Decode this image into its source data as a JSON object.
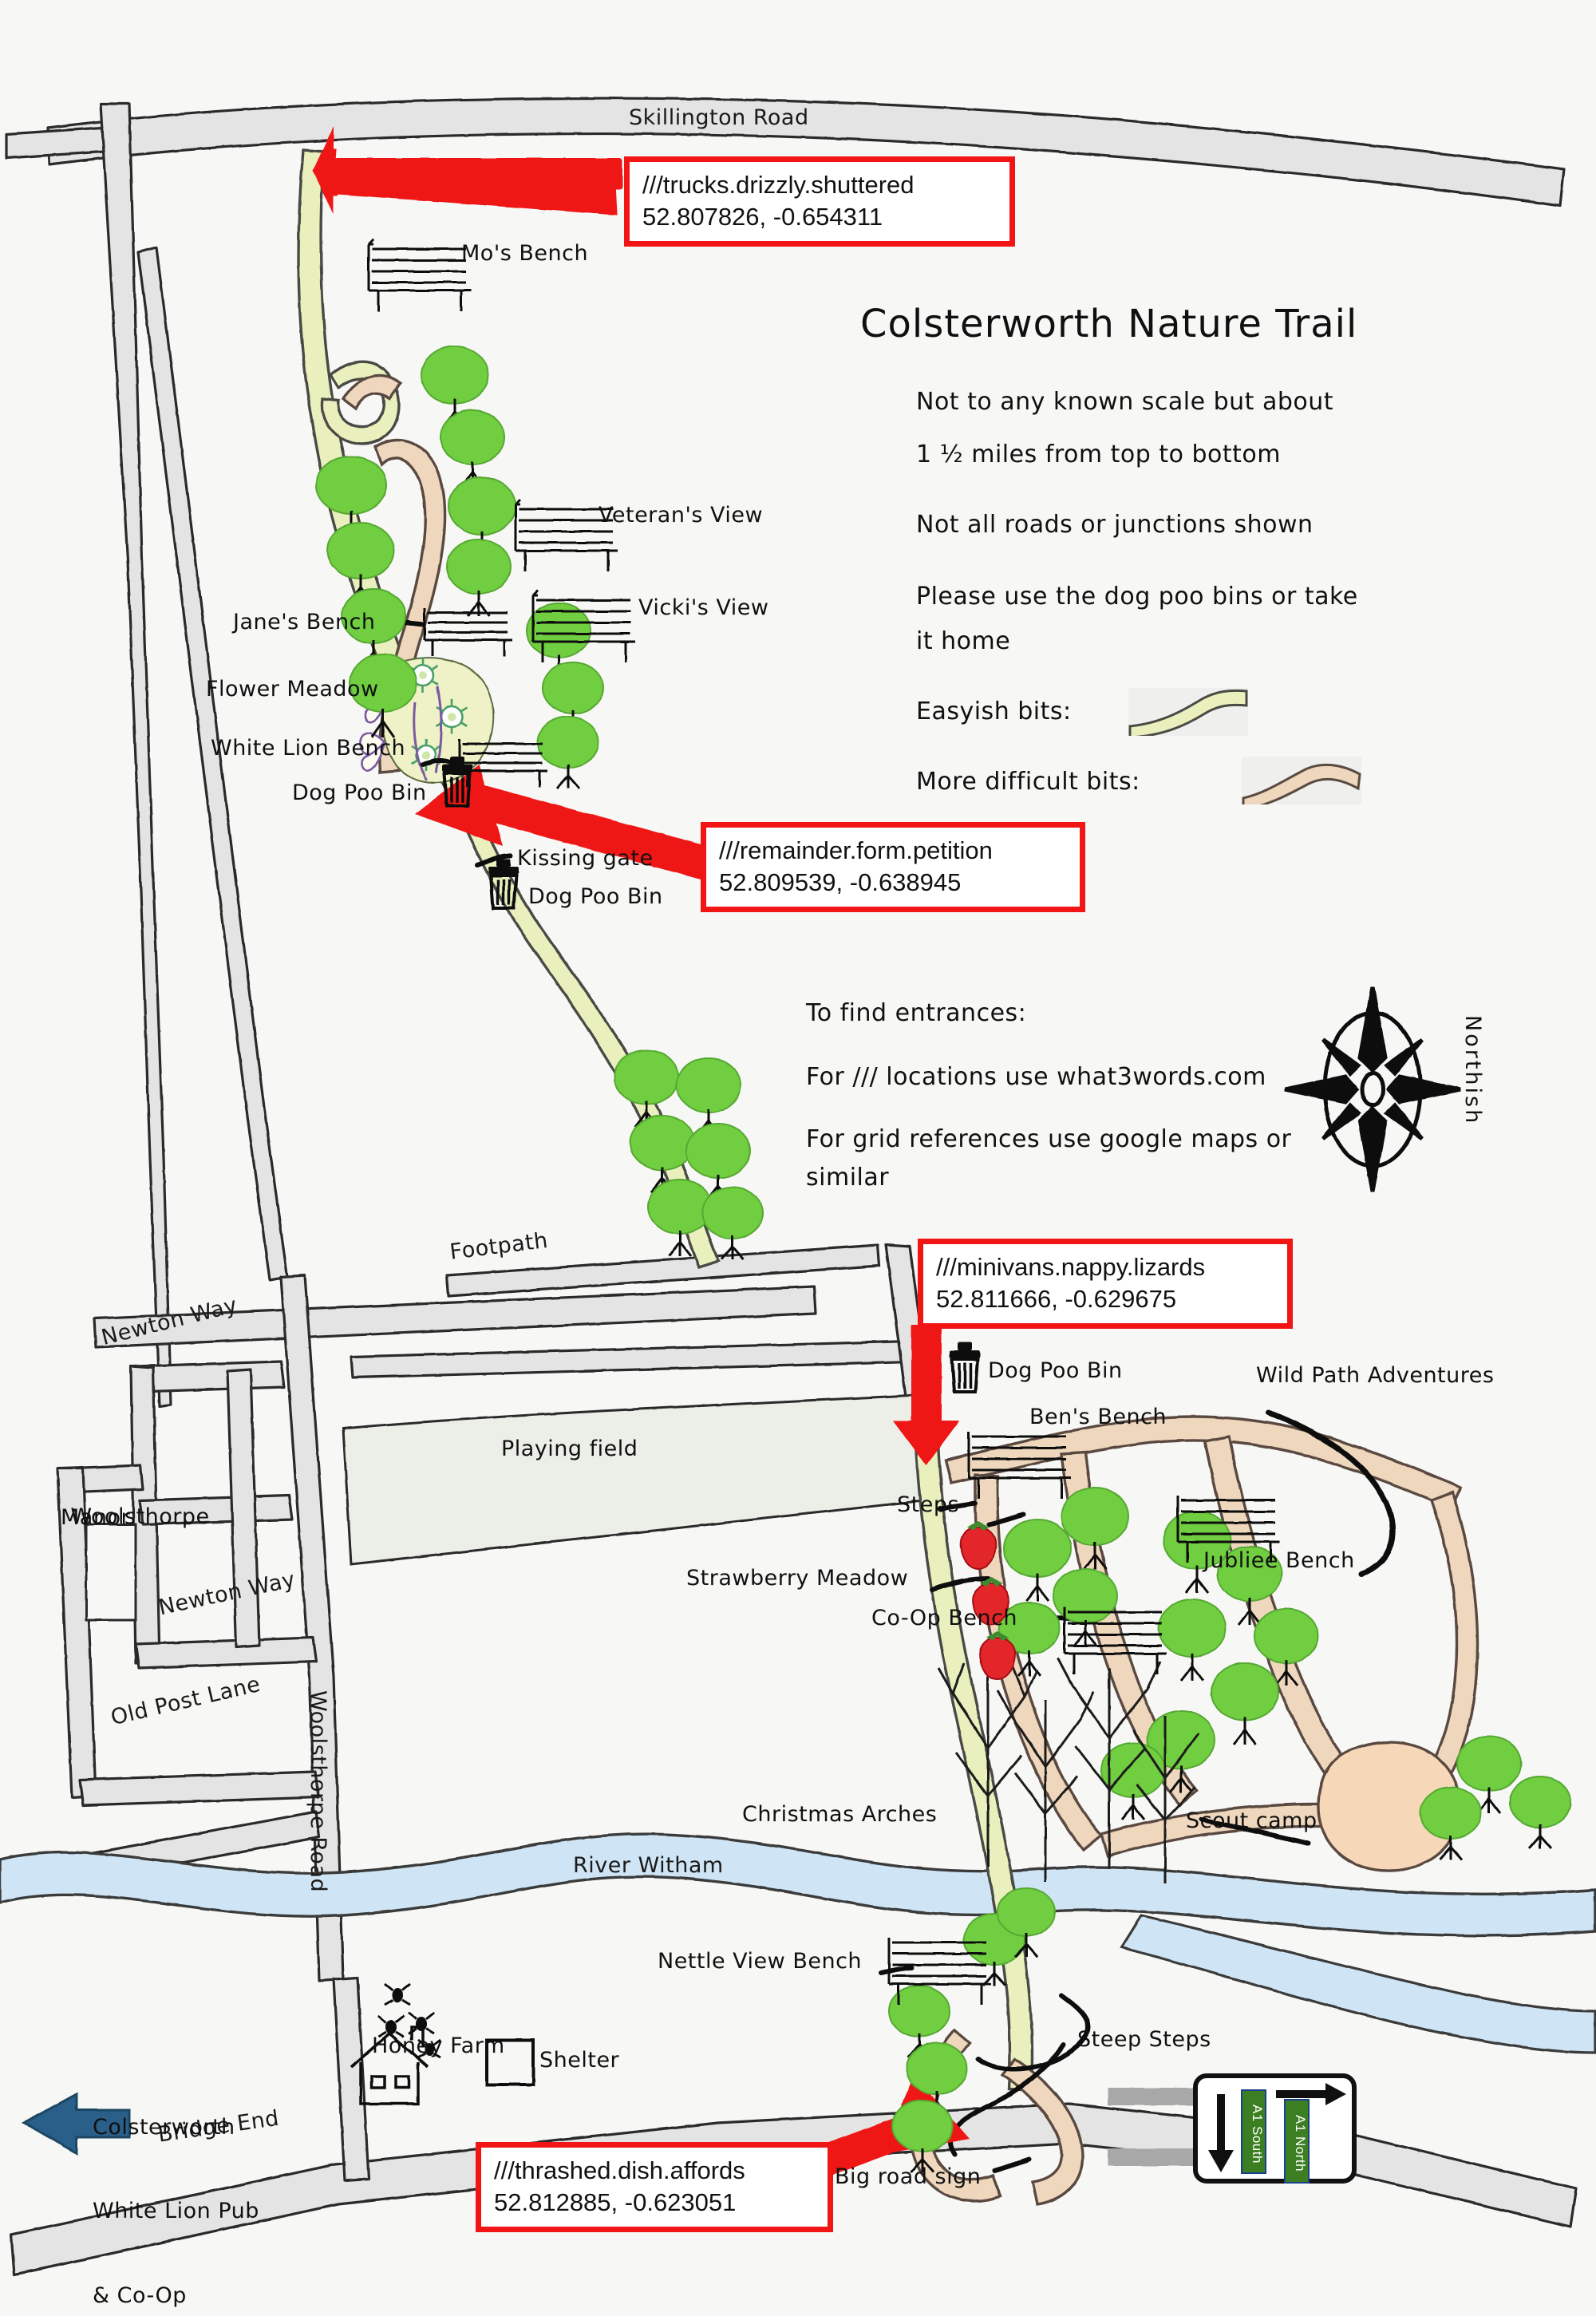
{
  "map": {
    "title": "Colsterworth Nature Trail",
    "background_color": "#f7f7f5",
    "notes": [
      "Not to any known scale but about",
      "1 ½ miles from top to bottom",
      "Not all roads or junctions shown",
      "Please use the dog poo bins or take",
      "it home"
    ],
    "legend": {
      "easyish_label": "Easyish bits:",
      "difficult_label": "More difficult bits:",
      "easyish_color": "#e6edb4",
      "difficult_color": "#e9cdb4"
    },
    "entrances_help": [
      "To find entrances:",
      "For /// locations use what3words.com",
      "For grid references use google maps or",
      "similar"
    ],
    "compass": {
      "label": "Northish"
    },
    "what3words": [
      {
        "id": "w3w-trucks",
        "words": "///trucks.drizzly.shuttered",
        "coords": "52.807826, -0.654311"
      },
      {
        "id": "w3w-remainder",
        "words": "///remainder.form.petition",
        "coords": "52.809539, -0.638945"
      },
      {
        "id": "w3w-minivans",
        "words": "///minivans.nappy.lizards",
        "coords": "52.811666, -0.629675"
      },
      {
        "id": "w3w-thrashed",
        "words": "///thrashed.dish.affords",
        "coords": "52.812885, -0.623051"
      }
    ],
    "roads": [
      {
        "name": "Skillington Road"
      },
      {
        "name": "Newton Way"
      },
      {
        "name": "Newton Way"
      },
      {
        "name": "Old Post Lane"
      },
      {
        "name": "Woolsthorpe Road"
      },
      {
        "name": "Bridge End"
      },
      {
        "name": "Footpath"
      },
      {
        "name": "River Witham"
      }
    ],
    "benches": [
      {
        "name": "Mo's Bench"
      },
      {
        "name": "Veteran's View"
      },
      {
        "name": "Vicki's View"
      },
      {
        "name": "Jane's Bench"
      },
      {
        "name": "White Lion Bench"
      },
      {
        "name": "Ben's Bench"
      },
      {
        "name": "Jubliee Bench"
      },
      {
        "name": "Co-Op Bench"
      },
      {
        "name": "Nettle View Bench"
      }
    ],
    "features": [
      {
        "name": "Flower Meadow"
      },
      {
        "name": "Dog Poo Bin"
      },
      {
        "name": "Kissing gate"
      },
      {
        "name": "Dog Poo Bin"
      },
      {
        "name": "Playing field"
      },
      {
        "name": "Woolsthorpe Manor"
      },
      {
        "name": "Dog Poo Bin"
      },
      {
        "name": "Wild Path Adventures"
      },
      {
        "name": "Steps"
      },
      {
        "name": "Strawberry Meadow"
      },
      {
        "name": "Christmas Arches"
      },
      {
        "name": "Scout camp"
      },
      {
        "name": "Honey Farm"
      },
      {
        "name": "Shelter"
      },
      {
        "name": "Steep Steps"
      },
      {
        "name": "Big road sign"
      }
    ],
    "directions": {
      "town_label_line1": "Colsterworth",
      "town_label_line2": "White Lion Pub",
      "town_label_line3": "& Co-Op"
    },
    "road_sign": {
      "south_label": "A1 South",
      "north_label": "A1 North",
      "panel_color": "#3c7f22"
    }
  }
}
